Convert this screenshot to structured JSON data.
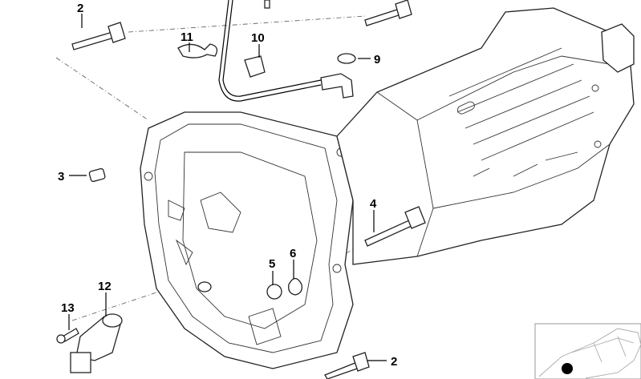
{
  "diagram": {
    "callouts": [
      {
        "id": "callout-2-top",
        "label": "2"
      },
      {
        "id": "callout-11",
        "label": "11"
      },
      {
        "id": "callout-10",
        "label": "10"
      },
      {
        "id": "callout-9",
        "label": "9"
      },
      {
        "id": "callout-3",
        "label": "3"
      },
      {
        "id": "callout-4",
        "label": "4"
      },
      {
        "id": "callout-5",
        "label": "5"
      },
      {
        "id": "callout-6",
        "label": "6"
      },
      {
        "id": "callout-12",
        "label": "12"
      },
      {
        "id": "callout-13",
        "label": "13"
      },
      {
        "id": "callout-2-bottom",
        "label": "2"
      }
    ]
  }
}
